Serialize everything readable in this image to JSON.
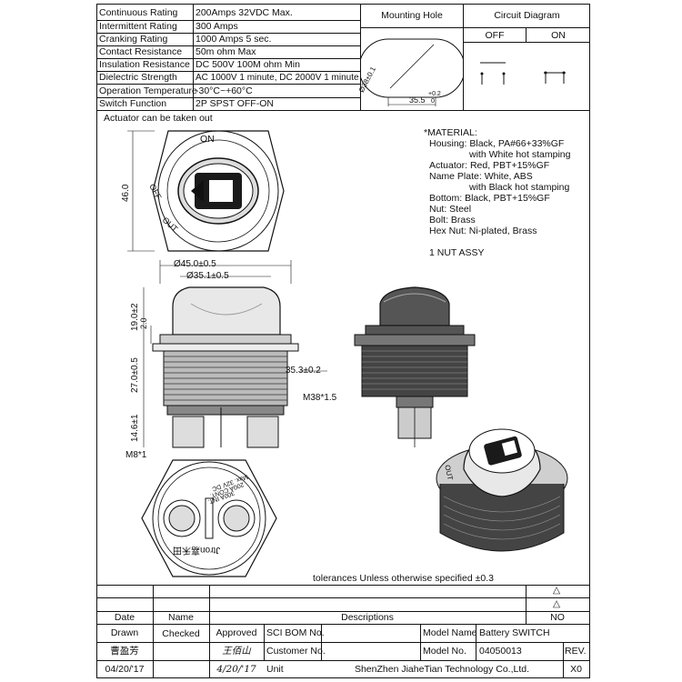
{
  "specs": [
    {
      "label": "Continuous Rating",
      "value": "200Amps 32VDC Max."
    },
    {
      "label": "Intermittent Rating",
      "value": "300 Amps"
    },
    {
      "label": "Cranking Rating",
      "value": "1000 Amps  5 sec."
    },
    {
      "label": "Contact Resistance",
      "value": "50m ohm Max"
    },
    {
      "label": "Insulation Resistance",
      "value": "DC 500V 100M ohm Min"
    },
    {
      "label": "Dielectric Strength",
      "value": "AC 1000V 1 minute, DC 2000V 1 minute"
    },
    {
      "label": "Operation Temperature",
      "value": "-30°C~+60°C"
    },
    {
      "label": "Switch Function",
      "value": "2P SPST OFF-ON"
    }
  ],
  "mounting_hole": {
    "title": "Mounting Hole",
    "dia_label": "Ø38±0.1",
    "flat_label": "35.5",
    "flat_tol": "+0.2",
    "flat_tol2": "0"
  },
  "circuit": {
    "title": "Circuit Diagram",
    "off": "OFF",
    "on": "ON"
  },
  "note_top": "Actuator can be taken out",
  "top_view": {
    "on": "ON",
    "off": "OFF",
    "out": "OUT",
    "height": "46.0"
  },
  "materials": {
    "title": "*MATERIAL:",
    "lines": [
      "Housing: Black, PA#66+33%GF",
      "with White hot stamping",
      "Actuator: Red, PBT+15%GF",
      "Name Plate: White, ABS",
      "with Black hot stamping",
      "Bottom: Black, PBT+15%GF",
      "Nut: Steel",
      "Bolt: Brass",
      "Hex Nut: Ni-plated, Brass"
    ],
    "assy": "1 NUT ASSY"
  },
  "side_view": {
    "d45": "Ø45.0±0.5",
    "d35": "Ø35.1±0.5",
    "h19": "19.0±2",
    "h2": "2.0",
    "h27": "27.0±0.5",
    "h14": "14.6±1",
    "w35": "35.3±0.2",
    "bolt": "M8*1"
  },
  "front_view": {
    "thread": "M38*1.5"
  },
  "bottom_view": {
    "brand": "Jtron嘉禾田",
    "rating1": "Max. 32V DC",
    "rating2": "200A CONT.",
    "rating3": "300A INT."
  },
  "iso_view": {
    "out": "OUT"
  },
  "tolerance": "tolerances Unless otherwise specified ±0.3",
  "revision": {
    "date": "Date",
    "name": "Name",
    "desc": "Descriptions",
    "no": "NO"
  },
  "title_block": {
    "drawn": "Drawn",
    "checked": "Checked",
    "approved": "Approved",
    "sci_bom": "SCI BOM No.",
    "model_name_label": "Model Name",
    "model_name": "Battery SWITCH",
    "drawn_name": "曹盈芳",
    "approved_sig": "王佰山",
    "customer": "Customer No.",
    "model_no_label": "Model No.",
    "model_no": "04050013",
    "rev": "REV.",
    "drawn_date": "04/20/'17",
    "approved_date": "4/20/'17",
    "unit": "Unit",
    "company": "ShenZhen JiaheTian Technology Co.,Ltd.",
    "rev_val": "X0"
  }
}
